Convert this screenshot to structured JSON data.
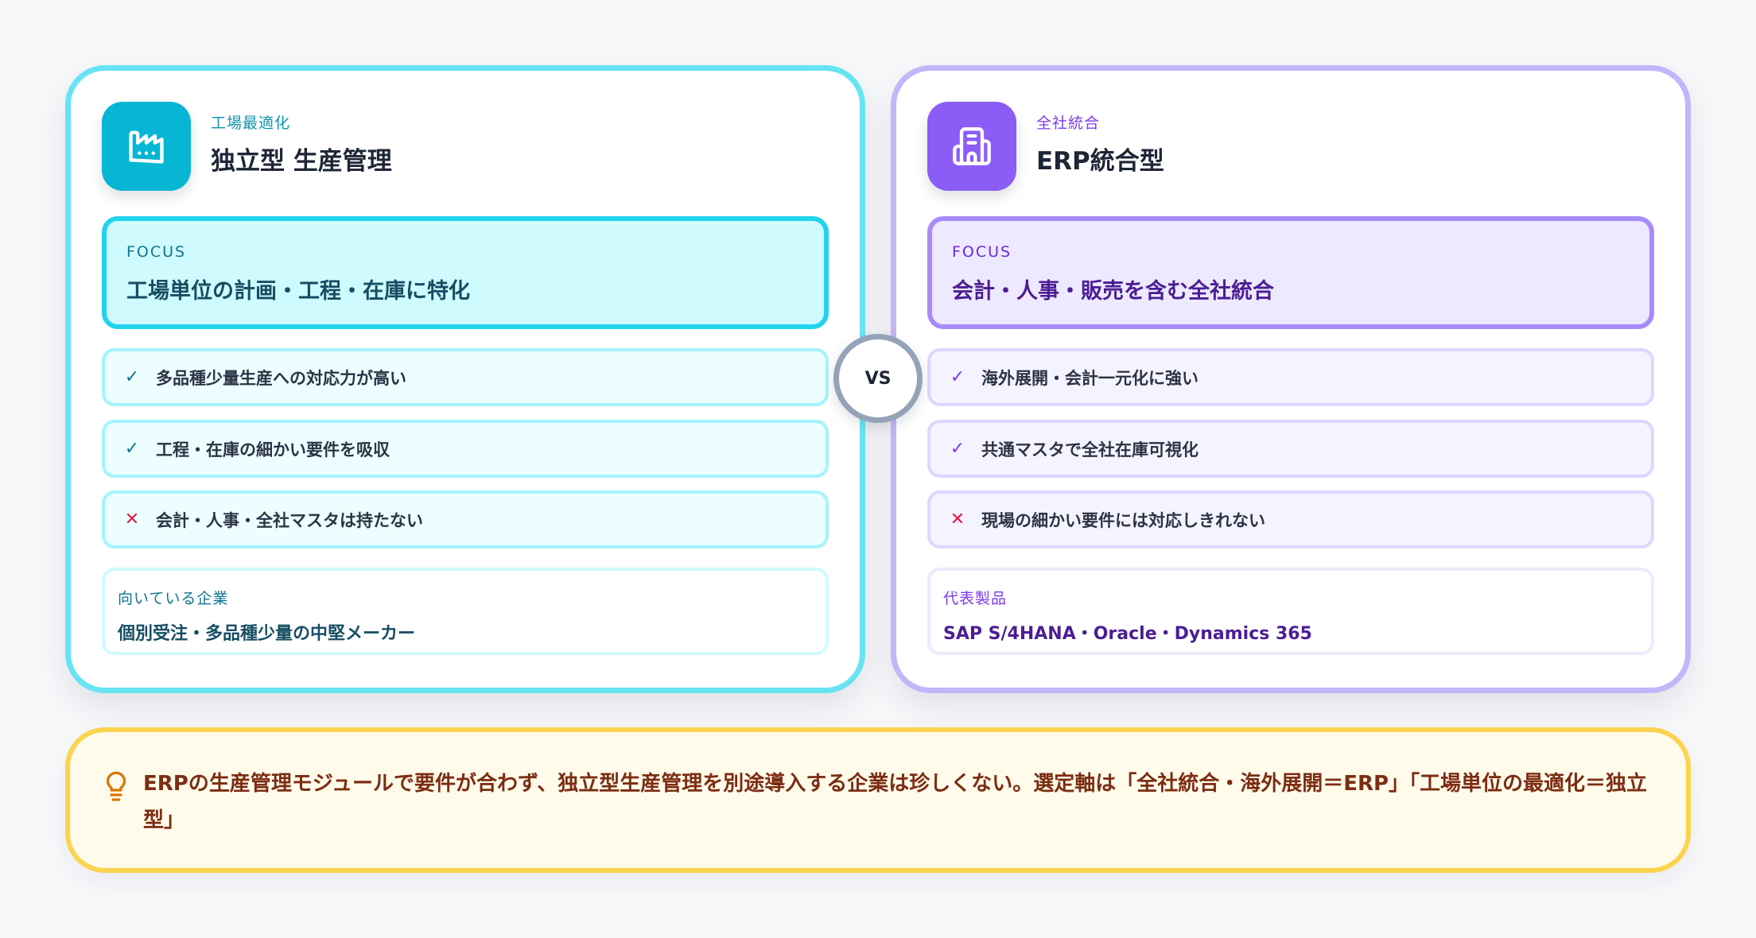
{
  "left_card": {
    "icon": "factory-icon",
    "subtitle": "工場最適化",
    "title": "独立型 生産管理",
    "focus": {
      "label": "FOCUS",
      "text": "工場単位の計画・工程・在庫に特化"
    },
    "items": [
      {
        "type": "check",
        "icon": "check-icon",
        "glyph": "✓",
        "text": "多品種少量生産への対応力が高い"
      },
      {
        "type": "check",
        "icon": "check-icon",
        "glyph": "✓",
        "text": "工程・在庫の細かい要件を吸収"
      },
      {
        "type": "cross",
        "icon": "cross-icon",
        "glyph": "✕",
        "text": "会計・人事・全社マスタは持たない"
      }
    ],
    "bottom": {
      "label": "向いている企業",
      "text": "個別受注・多品種少量の中堅メーカー"
    },
    "colors": {
      "accent": "#06b6d4",
      "border": "#67e4f3"
    }
  },
  "vs_label": "VS",
  "right_card": {
    "icon": "building-icon",
    "subtitle": "全社統合",
    "title": "ERP統合型",
    "focus": {
      "label": "FOCUS",
      "text": "会計・人事・販売を含む全社統合"
    },
    "items": [
      {
        "type": "check",
        "icon": "check-icon",
        "glyph": "✓",
        "text": "海外展開・会計一元化に強い"
      },
      {
        "type": "check",
        "icon": "check-icon",
        "glyph": "✓",
        "text": "共通マスタで全社在庫可視化"
      },
      {
        "type": "cross",
        "icon": "cross-icon",
        "glyph": "✕",
        "text": "現場の細かい要件には対応しきれない"
      }
    ],
    "bottom": {
      "label": "代表製品",
      "text": "SAP S/4HANA・Oracle・Dynamics 365"
    },
    "colors": {
      "accent": "#8b5cf6",
      "border": "#c4b5fb"
    }
  },
  "note": {
    "icon": "lightbulb-icon",
    "text": "ERPの生産管理モジュールで要件が合わず、独立型生産管理を別途導入する企業は珍しくない。選定軸は「全社統合・海外展開＝ERP」「工場単位の最適化＝独立型」",
    "colors": {
      "border": "#fcd34d",
      "background": "#fffbeb",
      "text": "#7c2d12"
    }
  }
}
